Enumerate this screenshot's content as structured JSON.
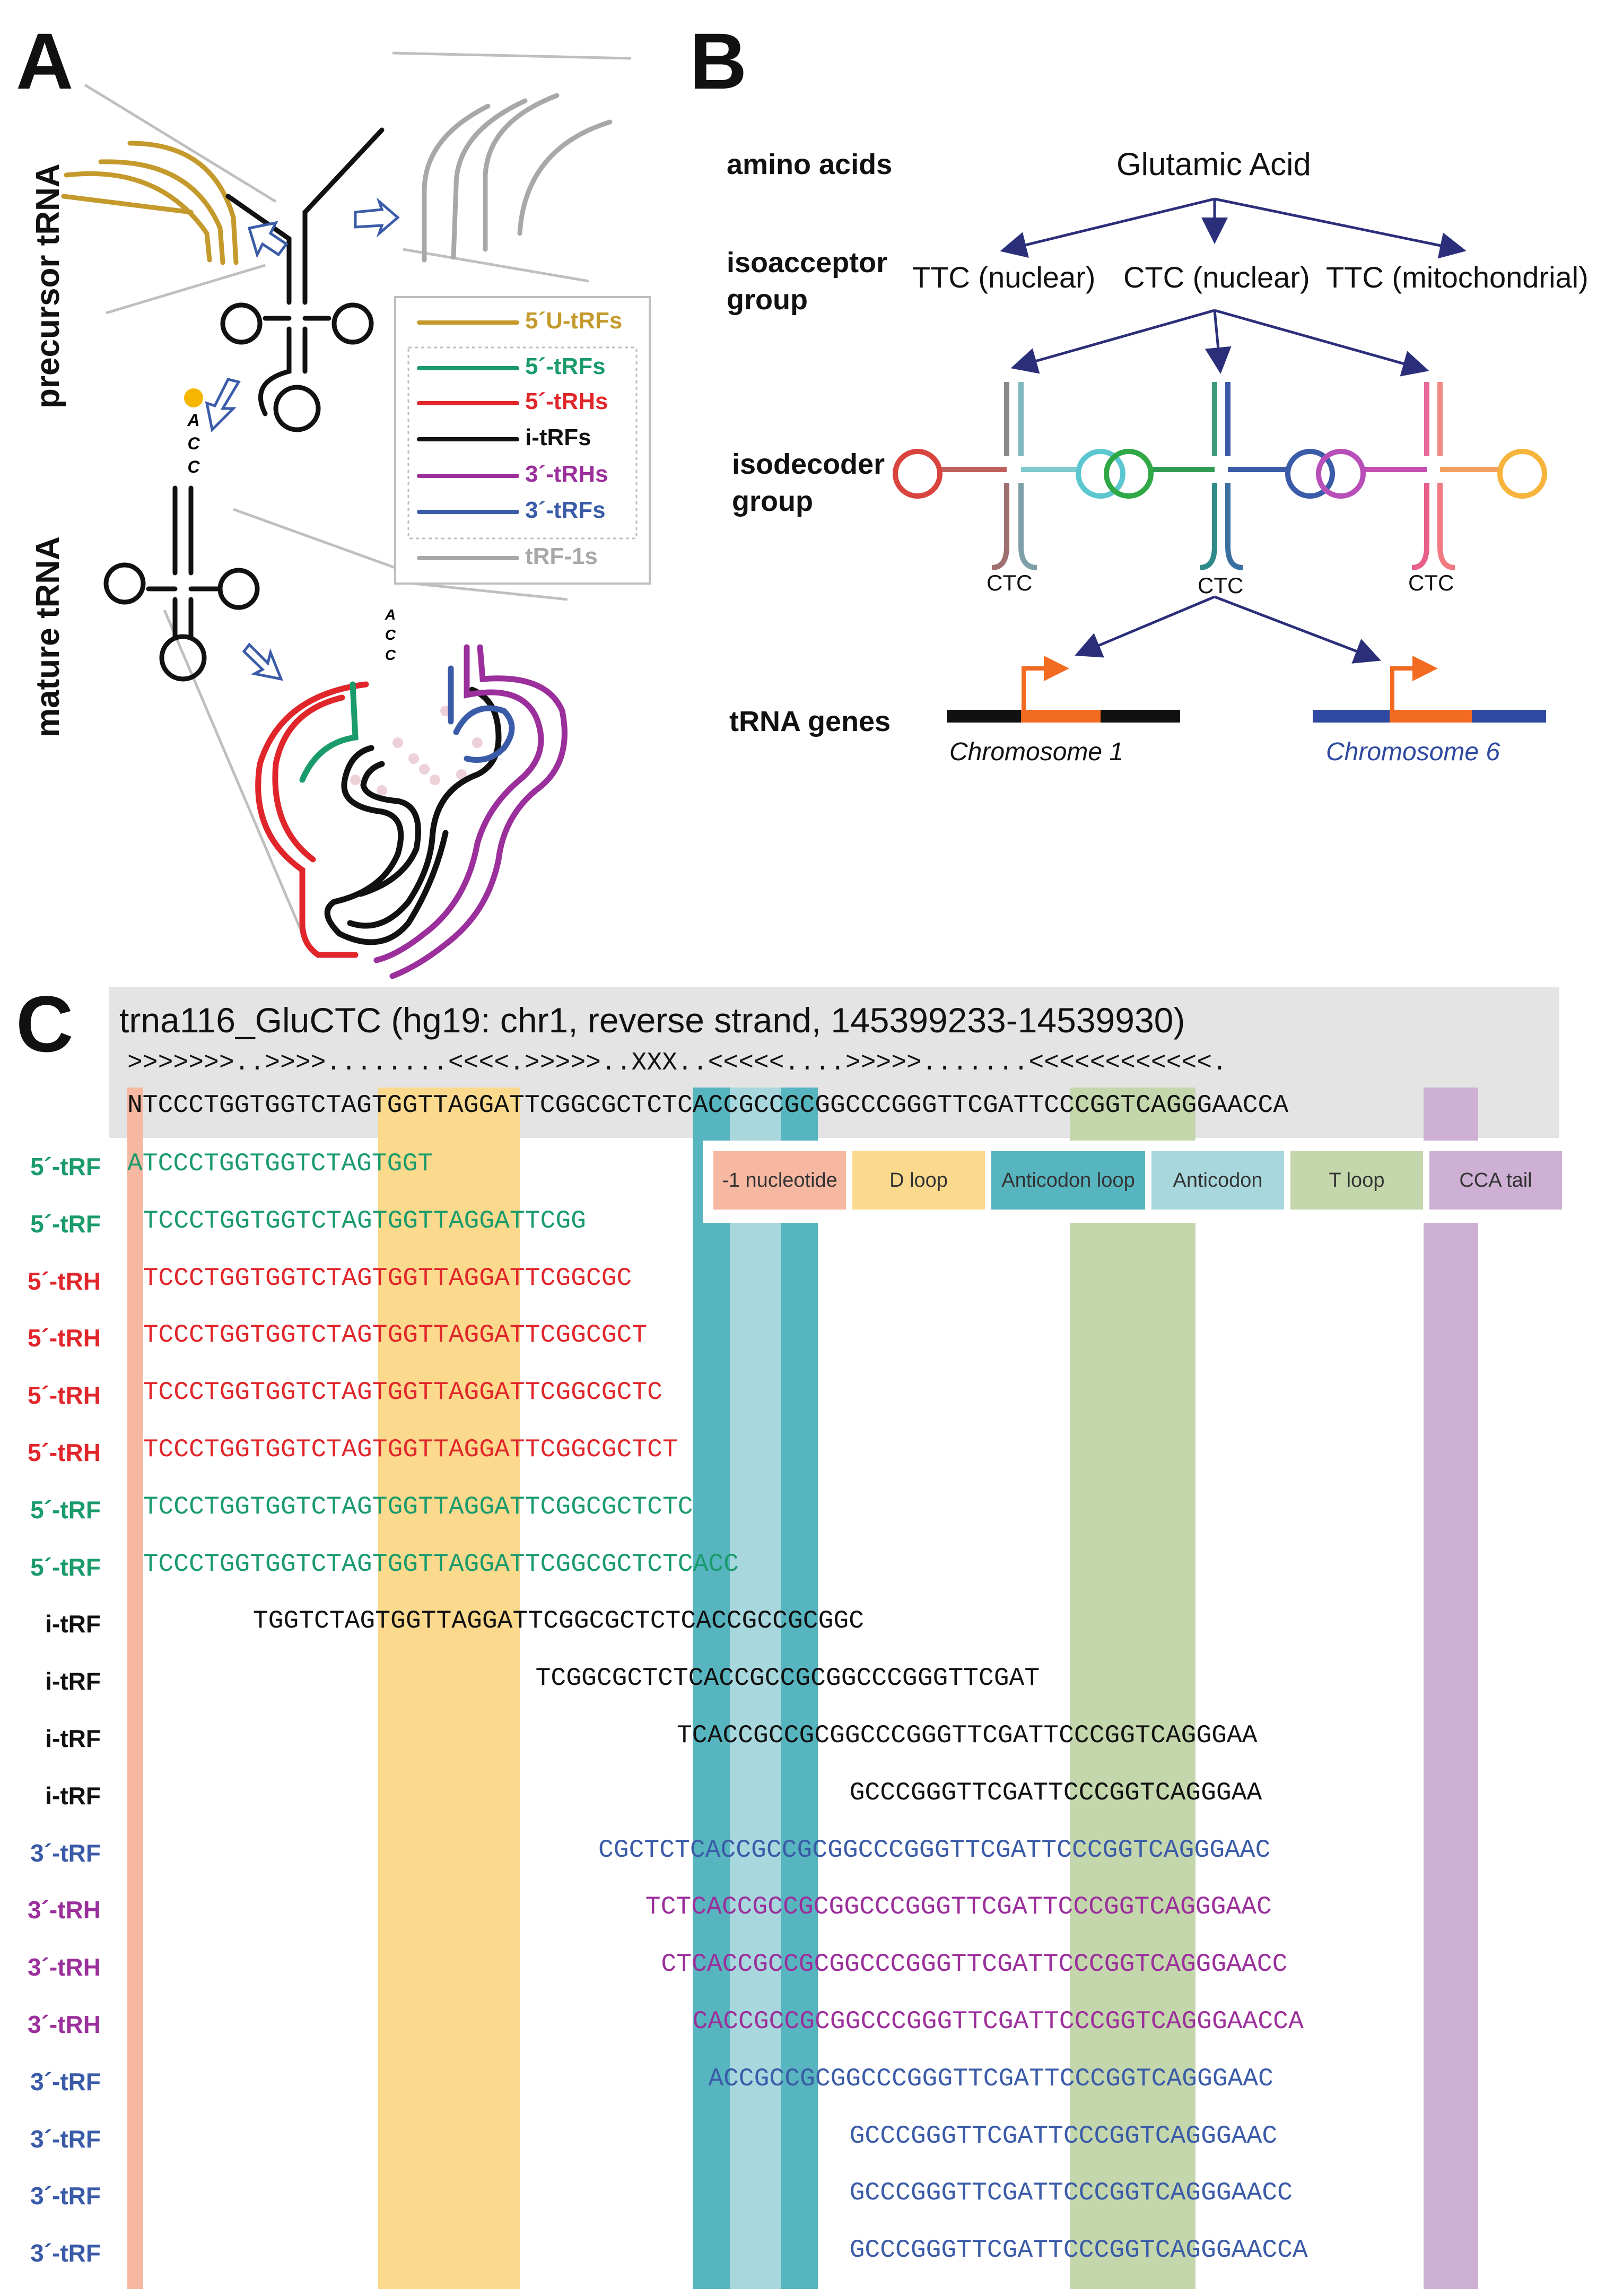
{
  "panels": {
    "a": "A",
    "b": "B",
    "c": "C"
  },
  "panelA": {
    "precursor_label": "precursor tRNA",
    "mature_label": "mature tRNA",
    "acc_letters": [
      "A",
      "C",
      "C"
    ],
    "legend": [
      {
        "label": "5´U-tRFs",
        "color": "#C49A2C"
      },
      {
        "label": "5´-tRFs",
        "color": "#1A9B6C"
      },
      {
        "label": "5´-tRHs",
        "color": "#E0262A"
      },
      {
        "label": "i-tRFs",
        "color": "#111111"
      },
      {
        "label": "3´-tRHs",
        "color": "#9B2F9B"
      },
      {
        "label": "3´-tRFs",
        "color": "#3A5BA8"
      },
      {
        "label": "tRF-1s",
        "color": "#A8A8A8"
      }
    ]
  },
  "panelB": {
    "row_labels": {
      "amino": "amino acids",
      "isoacceptor": "isoacceptor\ngroup",
      "isodecoder": "isodecoder\ngroup",
      "genes": "tRNA genes"
    },
    "amino_acid": "Glutamic Acid",
    "isoacceptors": [
      "TTC (nuclear)",
      "CTC (nuclear)",
      "TTC (mitochondrial)"
    ],
    "anticodon": "CTC",
    "chromosomes": [
      {
        "label": "Chromosome 1",
        "color": "#111111"
      },
      {
        "label": "Chromosome 6",
        "color": "#2E49A0"
      }
    ],
    "arrow_color": "#2B2F7A",
    "promoter_color": "#F26B21"
  },
  "panelC": {
    "title": "trna116_GluCTC (hg19: chr1, reverse strand, 145399233-14539930)",
    "structure": ">>>>>>>..>>>>........<<<<.>>>>>..XXX..<<<<<....>>>>>.......<<<<<<<<<<<<.",
    "reference": "NTCCCTGGTGGTCTAGTGGTTAGGATTCGGCGCTCTCACCGCCGCGGCCCGGGTTCGATTCCCGGTCAGGGAACCA",
    "legend": [
      {
        "label": "-1 nucleotide",
        "color": "#F7B8A2"
      },
      {
        "label": "D loop",
        "color": "#FBD98D"
      },
      {
        "label": "Anticodon loop",
        "color": "#57B5BF"
      },
      {
        "label": "Anticodon",
        "color": "#A8D8DE"
      },
      {
        "label": "T loop",
        "color": "#C4D6AC"
      },
      {
        "label": "CCA tail",
        "color": "#CDB0D4"
      }
    ],
    "fragments": [
      {
        "label": "5´-tRF",
        "seq": "ATCCCTGGTGGTCTAGTGGT",
        "start": 0,
        "color": "#1A9B6C"
      },
      {
        "label": "5´-tRF",
        "seq": "TCCCTGGTGGTCTAGTGGTTAGGATTCGG",
        "start": 1,
        "color": "#1A9B6C"
      },
      {
        "label": "5´-tRH",
        "seq": "TCCCTGGTGGTCTAGTGGTTAGGATTCGGCGC",
        "start": 1,
        "color": "#E0262A"
      },
      {
        "label": "5´-tRH",
        "seq": "TCCCTGGTGGTCTAGTGGTTAGGATTCGGCGCT",
        "start": 1,
        "color": "#E0262A"
      },
      {
        "label": "5´-tRH",
        "seq": "TCCCTGGTGGTCTAGTGGTTAGGATTCGGCGCTC",
        "start": 1,
        "color": "#E0262A"
      },
      {
        "label": "5´-tRH",
        "seq": "TCCCTGGTGGTCTAGTGGTTAGGATTCGGCGCTCT",
        "start": 1,
        "color": "#E0262A"
      },
      {
        "label": "5´-tRF",
        "seq": "TCCCTGGTGGTCTAGTGGTTAGGATTCGGCGCTCTC",
        "start": 1,
        "color": "#1A9B6C"
      },
      {
        "label": "5´-tRF",
        "seq": "TCCCTGGTGGTCTAGTGGTTAGGATTCGGCGCTCTCACC",
        "start": 1,
        "color": "#1A9B6C"
      },
      {
        "label": "i-tRF",
        "seq": "TGGTCTAGTGGTTAGGATTCGGCGCTCTCACCGCCGCGGC",
        "start": 8,
        "color": "#111111"
      },
      {
        "label": "i-tRF",
        "seq": "TCGGCGCTCTCACCGCCGCGGCCCGGGTTCGAT",
        "start": 26,
        "color": "#111111"
      },
      {
        "label": "i-tRF",
        "seq": "TCACCGCCGCGGCCCGGGTTCGATTCCCGGTCAGGGAA",
        "start": 35,
        "color": "#111111"
      },
      {
        "label": "i-tRF",
        "seq": "GCCCGGGTTCGATTCCCGGTCAGGGAA",
        "start": 46,
        "color": "#111111"
      },
      {
        "label": "3´-tRF",
        "seq": "CGCTCTCACCGCCGCGGCCCGGGTTCGATTCCCGGTCAGGGAAC",
        "start": 30,
        "color": "#3A5BA8"
      },
      {
        "label": "3´-tRH",
        "seq": "TCTCACCGCCGCGGCCCGGGTTCGATTCCCGGTCAGGGAAC",
        "start": 33,
        "color": "#9B2F9B"
      },
      {
        "label": "3´-tRH",
        "seq": "CTCACCGCCGCGGCCCGGGTTCGATTCCCGGTCAGGGAACC",
        "start": 34,
        "color": "#9B2F9B"
      },
      {
        "label": "3´-tRH",
        "seq": "CACCGCCGCGGCCCGGGTTCGATTCCCGGTCAGGGAACCA",
        "start": 36,
        "color": "#9B2F9B"
      },
      {
        "label": "3´-tRF",
        "seq": "ACCGCCGCGGCCCGGGTTCGATTCCCGGTCAGGGAAC",
        "start": 37,
        "color": "#3A5BA8"
      },
      {
        "label": "3´-tRF",
        "seq": "GCCCGGGTTCGATTCCCGGTCAGGGAAC",
        "start": 46,
        "color": "#3A5BA8"
      },
      {
        "label": "3´-tRF",
        "seq": "GCCCGGGTTCGATTCCCGGTCAGGGAACC",
        "start": 46,
        "color": "#3A5BA8"
      },
      {
        "label": "3´-tRF",
        "seq": "GCCCGGGTTCGATTCCCGGTCAGGGAACCA",
        "start": 46,
        "color": "#3A5BA8"
      }
    ]
  }
}
